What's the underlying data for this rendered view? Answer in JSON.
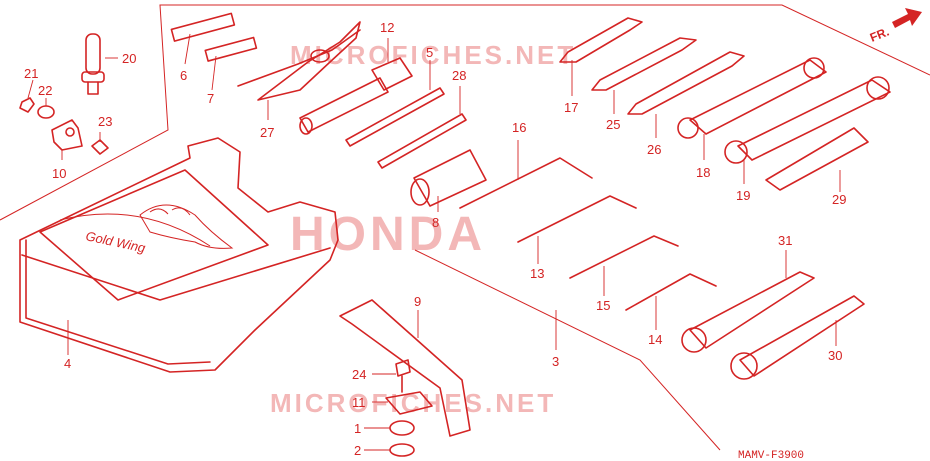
{
  "watermarks": {
    "top": "MICROFICHES.NET",
    "center": "HONDA",
    "bottom": "MICROFICHES.NET"
  },
  "figure_code": "MAMV-F3900",
  "fr_label": "FR.",
  "callouts": {
    "p1": "1",
    "p2": "2",
    "p3": "3",
    "p4": "4",
    "p5": "5",
    "p6": "6",
    "p7": "7",
    "p8": "8",
    "p9": "9",
    "p10": "10",
    "p11": "11",
    "p12": "12",
    "p13": "13",
    "p14": "14",
    "p15": "15",
    "p16": "16",
    "p17": "17",
    "p18": "18",
    "p19": "19",
    "p20": "20",
    "p21": "21",
    "p22": "22",
    "p23": "23",
    "p24": "24",
    "p25": "25",
    "p26": "26",
    "p27": "27",
    "p28": "28",
    "p29": "29",
    "p30": "30",
    "p31": "31"
  },
  "accent_color": "#d42424"
}
